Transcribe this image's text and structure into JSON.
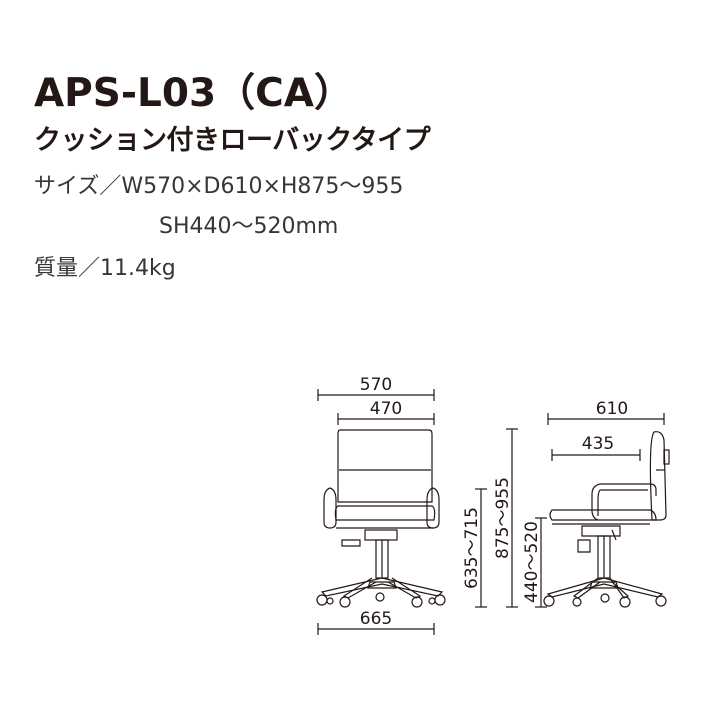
{
  "header": {
    "model": "APS-L03（CA）",
    "subtitle": "クッション付きローバックタイプ",
    "size_line": "サイズ／W570×D610×H875〜955",
    "seat_height_line": "SH440〜520mm",
    "weight_line": "質量／11.4kg"
  },
  "front_view": {
    "width_total": "570",
    "width_back": "470",
    "width_base": "665"
  },
  "vertical_dims": {
    "armrest_height": "635〜715",
    "total_height": "875〜955",
    "seat_height": "440〜520"
  },
  "side_view": {
    "depth_total": "610",
    "depth_seat": "435"
  },
  "colors": {
    "line": "#231815",
    "text": "#231815"
  }
}
